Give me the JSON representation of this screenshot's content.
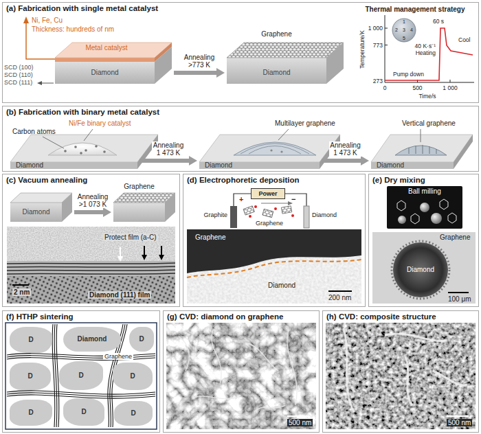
{
  "diagram": {
    "nodes": [
      {
        "text": [
          "(a) Fabrication with single metal catalyst"
        ]
      },
      {
        "text": [
          "Metal catalyst"
        ],
        "in": 0
      },
      {
        "text": [
          "Diamond"
        ],
        "in": 0
      },
      {
        "text": [
          "Graphene"
        ],
        "in": 0
      },
      {
        "text": [
          "Diamond"
        ],
        "in": 0
      },
      {
        "text": [
          "Thermal management strategy"
        ],
        "in": 0
      },
      {
        "text": [
          "(b) Fabrication with binary metal catalyst"
        ]
      },
      {
        "text": [
          "Diamond"
        ],
        "in": 6
      },
      {
        "text": [
          "Diamond"
        ],
        "in": 6
      },
      {
        "text": [
          "Diamond"
        ],
        "in": 6
      },
      {
        "text": [
          "(c) Vacuum annealing"
        ]
      },
      {
        "text": [
          "Diamond"
        ],
        "in": 10
      },
      {
        "text": [
          "Graphene"
        ],
        "in": 10
      },
      {
        "text": [
          "(d) Electrophoretic deposition"
        ]
      },
      {
        "text": [
          "Power"
        ],
        "in": 13
      },
      {
        "text": [
          "(e) Dry mixing"
        ]
      },
      {
        "text": [
          "Ball milling"
        ],
        "in": 15
      },
      {
        "text": [
          "(f) HTHP sintering"
        ]
      },
      {
        "text": [
          "D"
        ],
        "in": 17
      },
      {
        "text": [
          "Diamond"
        ],
        "in": 17
      },
      {
        "text": [
          "D"
        ],
        "in": 17
      },
      {
        "text": [
          "D"
        ],
        "in": 17
      },
      {
        "text": [
          "D"
        ],
        "in": 17
      },
      {
        "text": [
          "D"
        ],
        "in": 17
      },
      {
        "text": [
          "D"
        ],
        "in": 17
      },
      {
        "text": [
          "D"
        ],
        "in": 17
      },
      {
        "text": [
          "D"
        ],
        "in": 17
      },
      {
        "text": [
          "(g) CVD: diamond on graphene"
        ]
      },
      {
        "text": [
          "(h) CVD: composite structure"
        ]
      }
    ],
    "edges": [
      {
        "from": 2,
        "to": 4,
        "label": "Annealing >773 K",
        "arrow": "to"
      },
      {
        "from": 7,
        "to": 8,
        "label": "Annealing 1 473 K",
        "arrow": "to"
      },
      {
        "from": 8,
        "to": 9,
        "label": "Annealing 1 473 K",
        "arrow": "to"
      },
      {
        "from": 11,
        "to": 12,
        "label": "Annealing >1 073 K",
        "arrow": "to"
      }
    ],
    "labels": [
      "Ni, Fe, Cu",
      "Thickness: hundreds of nm",
      "SCD (100)",
      "SCD (110)",
      "SCD (111)",
      "1 000",
      "773",
      "273",
      "Temperature/K",
      "0",
      "500",
      "1 000",
      "Time/s",
      "Pump down",
      "40 K·s⁻¹",
      "Heating",
      "60 s",
      "Cool",
      "1",
      "2",
      "3",
      "4",
      "5",
      "Ni/Fe binary catalyst",
      "Carbon atoms",
      "Multilayer graphene",
      "Vertical graphene",
      "Protect film (a-C)",
      "Diamond (111) film",
      "2 nm",
      "+",
      "−",
      "Graphite",
      "Diamond",
      "Graphene",
      "Graphene",
      "Diamond",
      "200 nm",
      "Graphene",
      "Diamond",
      "100 μm",
      "Graphene",
      "500 nm",
      "500 nm"
    ]
  }
}
